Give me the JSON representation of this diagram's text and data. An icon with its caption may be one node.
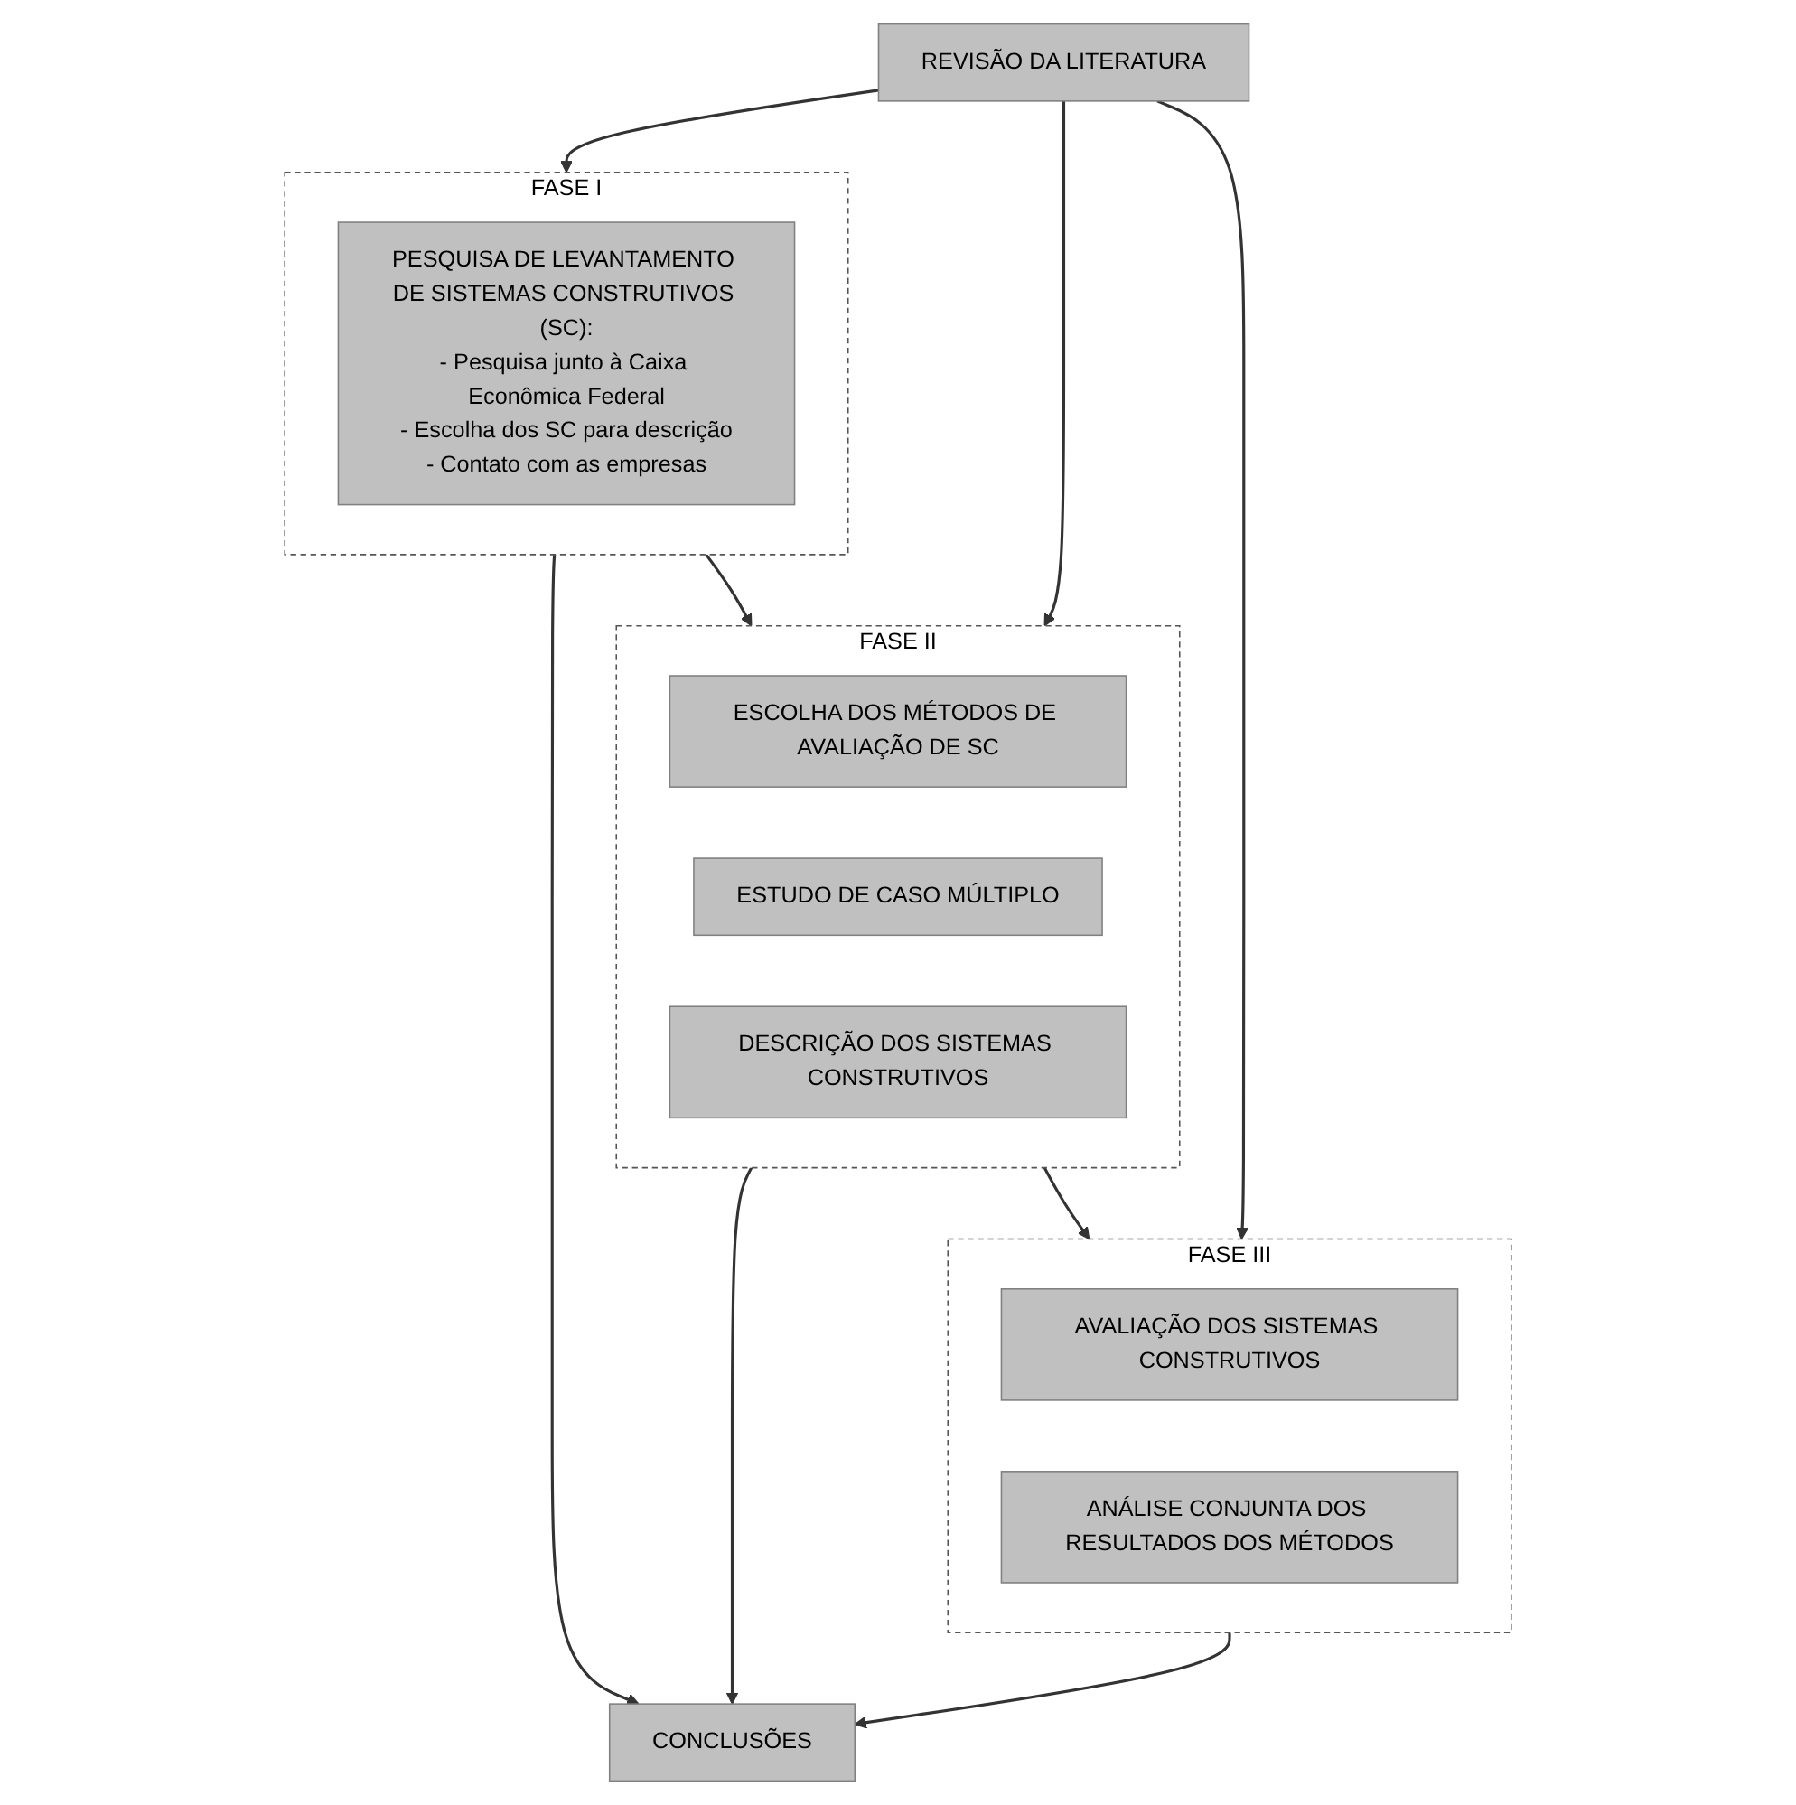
{
  "diagram": {
    "nodes": [
      {
        "text": [
          "REVISÃO DA LITERATURA"
        ]
      },
      {
        "text": [
          "FASE I"
        ]
      },
      {
        "text": [
          "PESQUISA DE LEVANTAMENTO DE SISTEMAS CONSTRUTIVOS (SC):",
          "- Pesquisa junto à Caixa Econômica Federal",
          "- Escolha dos SC para descrição",
          "- Contato com as empresas"
        ],
        "in": 1
      },
      {
        "text": [
          "FASE II"
        ]
      },
      {
        "text": [
          "ESCOLHA DOS MÉTODOS DE AVALIAÇÃO DE SC"
        ],
        "in": 3
      },
      {
        "text": [
          "ESTUDO DE CASO MÚLTIPLO"
        ],
        "in": 3
      },
      {
        "text": [
          "DESCRIÇÃO DOS SISTEMAS CONSTRUTIVOS"
        ],
        "in": 3
      },
      {
        "text": [
          "FASE III"
        ]
      },
      {
        "text": [
          "AVALIAÇÃO DOS SISTEMAS CONSTRUTIVOS"
        ],
        "in": 7
      },
      {
        "text": [
          "ANÁLISE CONJUNTA DOS RESULTADOS DOS MÉTODOS"
        ],
        "in": 7
      },
      {
        "text": [
          "CONCLUSÕES"
        ]
      }
    ],
    "edges": [
      {
        "from": 0,
        "to": 1,
        "arrow": "to"
      },
      {
        "from": 1,
        "to": 10,
        "arrow": "to"
      },
      {
        "from": 1,
        "to": 3,
        "arrow": "to"
      },
      {
        "from": 0,
        "to": 3,
        "arrow": "to"
      },
      {
        "from": 3,
        "to": 10,
        "arrow": "to"
      },
      {
        "from": 3,
        "to": 7,
        "arrow": "to"
      },
      {
        "from": 0,
        "to": 7,
        "arrow": "to"
      },
      {
        "from": 7,
        "to": 10,
        "arrow": "to"
      }
    ]
  }
}
